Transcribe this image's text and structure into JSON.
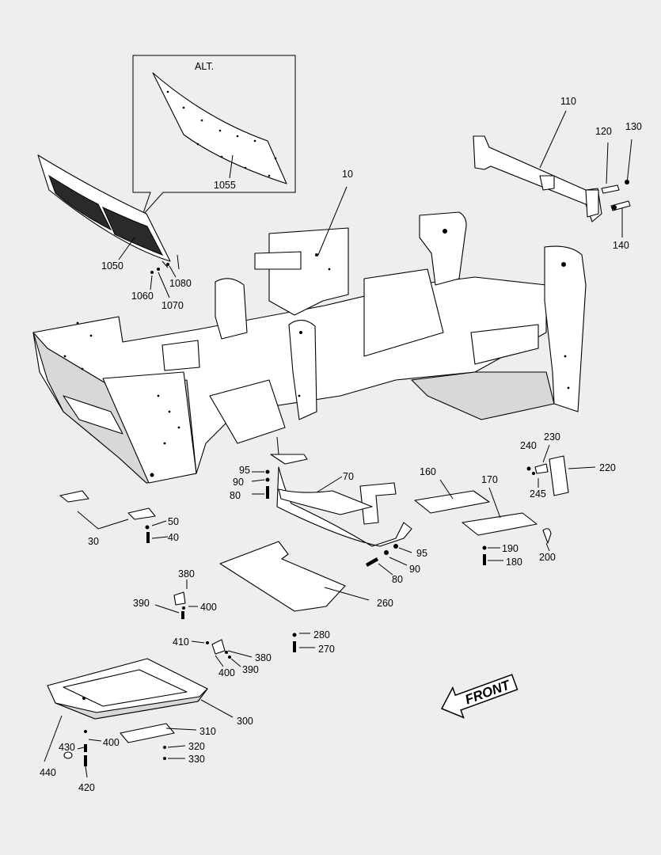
{
  "inset": {
    "label": "ALT."
  },
  "front_indicator": {
    "text": "FRONT"
  },
  "callouts": [
    {
      "id": "c10",
      "text": "10"
    },
    {
      "id": "c30",
      "text": "30"
    },
    {
      "id": "c40",
      "text": "40"
    },
    {
      "id": "c50",
      "text": "50"
    },
    {
      "id": "c70",
      "text": "70"
    },
    {
      "id": "c80a",
      "text": "80"
    },
    {
      "id": "c80b",
      "text": "80"
    },
    {
      "id": "c90a",
      "text": "90"
    },
    {
      "id": "c90b",
      "text": "90"
    },
    {
      "id": "c95a",
      "text": "95"
    },
    {
      "id": "c95b",
      "text": "95"
    },
    {
      "id": "c110",
      "text": "110"
    },
    {
      "id": "c120",
      "text": "120"
    },
    {
      "id": "c130",
      "text": "130"
    },
    {
      "id": "c140",
      "text": "140"
    },
    {
      "id": "c160",
      "text": "160"
    },
    {
      "id": "c170",
      "text": "170"
    },
    {
      "id": "c180",
      "text": "180"
    },
    {
      "id": "c190",
      "text": "190"
    },
    {
      "id": "c200",
      "text": "200"
    },
    {
      "id": "c220",
      "text": "220"
    },
    {
      "id": "c230",
      "text": "230"
    },
    {
      "id": "c240",
      "text": "240"
    },
    {
      "id": "c245",
      "text": "245"
    },
    {
      "id": "c260",
      "text": "260"
    },
    {
      "id": "c270",
      "text": "270"
    },
    {
      "id": "c280",
      "text": "280"
    },
    {
      "id": "c300",
      "text": "300"
    },
    {
      "id": "c310",
      "text": "310"
    },
    {
      "id": "c320",
      "text": "320"
    },
    {
      "id": "c330",
      "text": "330"
    },
    {
      "id": "c380a",
      "text": "380"
    },
    {
      "id": "c380b",
      "text": "380"
    },
    {
      "id": "c390a",
      "text": "390"
    },
    {
      "id": "c390b",
      "text": "390"
    },
    {
      "id": "c400a",
      "text": "400"
    },
    {
      "id": "c400b",
      "text": "400"
    },
    {
      "id": "c400c",
      "text": "400"
    },
    {
      "id": "c410",
      "text": "410"
    },
    {
      "id": "c420",
      "text": "420"
    },
    {
      "id": "c430",
      "text": "430"
    },
    {
      "id": "c440",
      "text": "440"
    },
    {
      "id": "c1050",
      "text": "1050"
    },
    {
      "id": "c1055",
      "text": "1055"
    },
    {
      "id": "c1060",
      "text": "1060"
    },
    {
      "id": "c1070",
      "text": "1070"
    },
    {
      "id": "c1080",
      "text": "1080"
    }
  ]
}
